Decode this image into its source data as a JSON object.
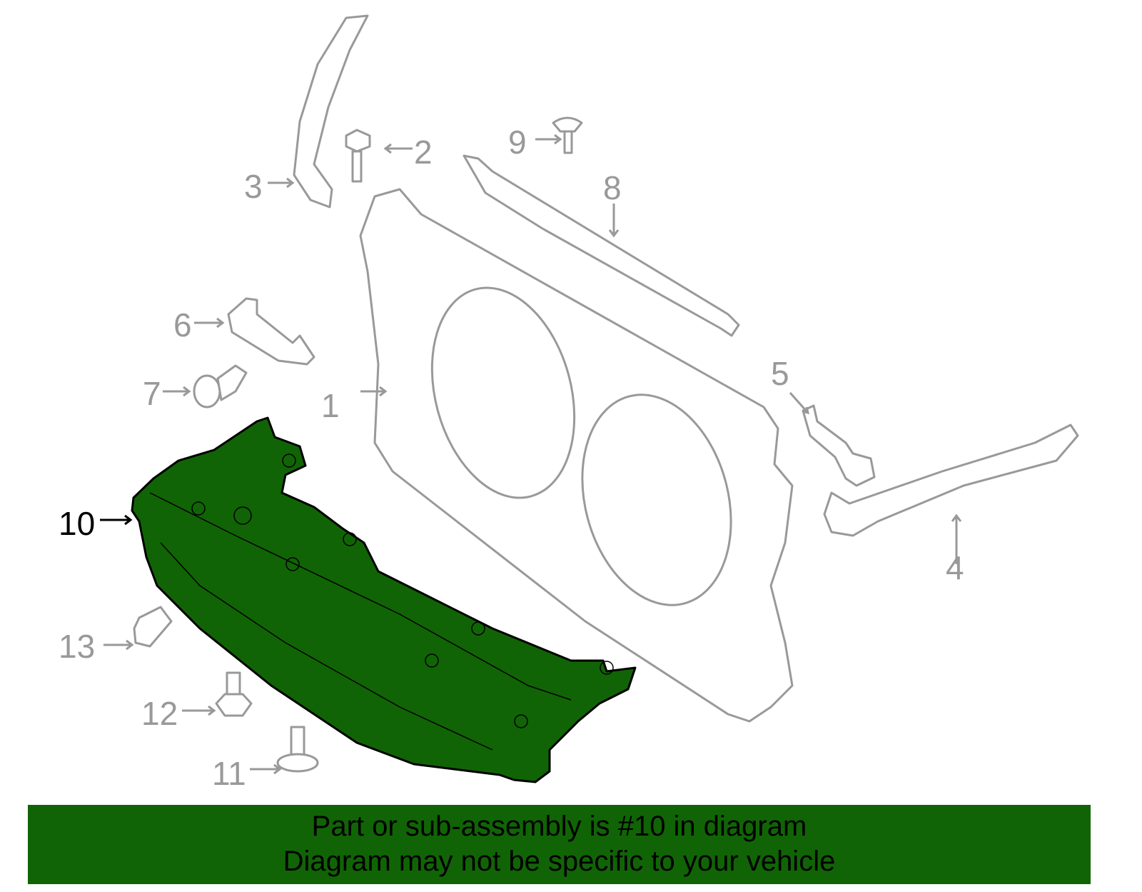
{
  "diagram": {
    "highlight_color": "#116405",
    "line_color": "#999999",
    "highlighted_part": "10",
    "callouts": [
      {
        "id": "1",
        "label": "1"
      },
      {
        "id": "2",
        "label": "2"
      },
      {
        "id": "3",
        "label": "3"
      },
      {
        "id": "4",
        "label": "4"
      },
      {
        "id": "5",
        "label": "5"
      },
      {
        "id": "6",
        "label": "6"
      },
      {
        "id": "7",
        "label": "7"
      },
      {
        "id": "8",
        "label": "8"
      },
      {
        "id": "9",
        "label": "9"
      },
      {
        "id": "10",
        "label": "10"
      },
      {
        "id": "11",
        "label": "11"
      },
      {
        "id": "12",
        "label": "12"
      },
      {
        "id": "13",
        "label": "13"
      }
    ]
  },
  "banner": {
    "line1": "Part or sub-assembly is #10 in diagram",
    "line2": "Diagram may not be specific to your vehicle"
  }
}
